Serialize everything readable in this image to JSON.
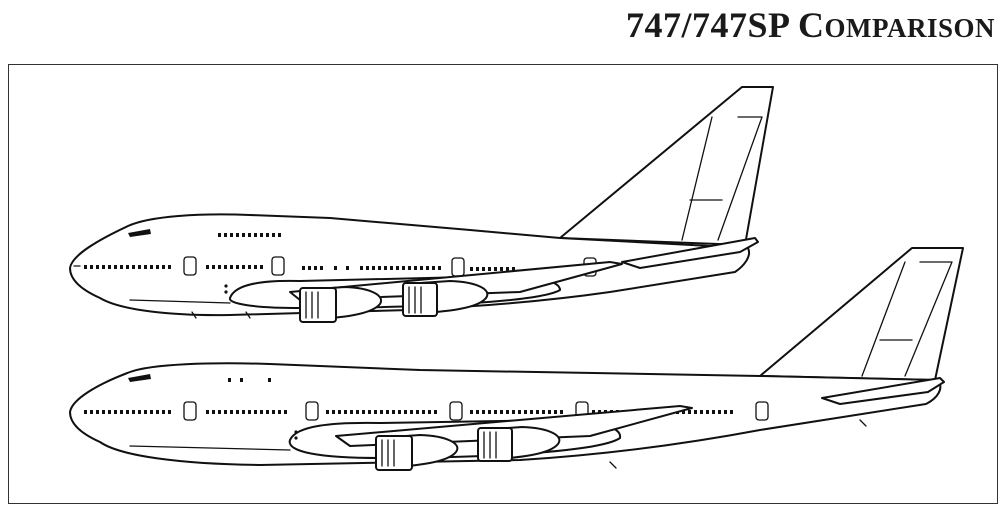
{
  "title": {
    "main": "747/747SP",
    "small_caps_first": "C",
    "small_caps_rest": "OMPARISON"
  },
  "colors": {
    "line": "#111111",
    "frame": "#333333",
    "background": "#ffffff"
  },
  "figures": [
    {
      "name": "747SP side profile"
    },
    {
      "name": "747 side profile"
    }
  ]
}
